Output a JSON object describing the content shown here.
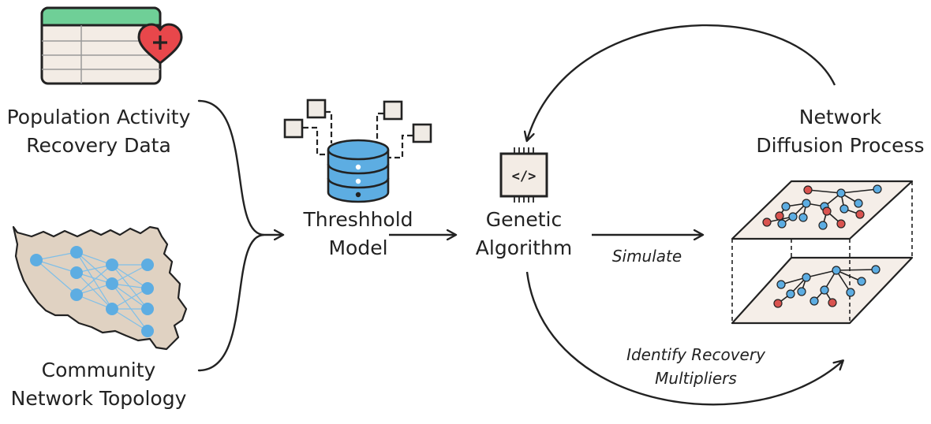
{
  "labels": {
    "population": [
      "Population Activity",
      "Recovery Data"
    ],
    "community": [
      "Community",
      "Network Topology"
    ],
    "threshold": [
      "Threshhold",
      "Model"
    ],
    "genetic": [
      "Genetic",
      "Algorithm"
    ],
    "network": [
      "Network",
      "Diffusion Process"
    ],
    "simulate": "Simulate",
    "identify": [
      "Identify Recovery",
      "Multipliers"
    ]
  },
  "icons": {
    "spreadsheet": "spreadsheet-heart-icon",
    "map": "county-map-network-icon",
    "database": "database-icon",
    "chip": "code-chip-icon",
    "layers": "multilayer-network-icon"
  },
  "colors": {
    "header_green": "#6fcf97",
    "heart_red": "#e8474b",
    "node_blue": "#5dade2",
    "node_red": "#d9534f",
    "map_fill": "#e0d2c2",
    "plane_fill": "#f5eee8",
    "stroke": "#222222"
  }
}
